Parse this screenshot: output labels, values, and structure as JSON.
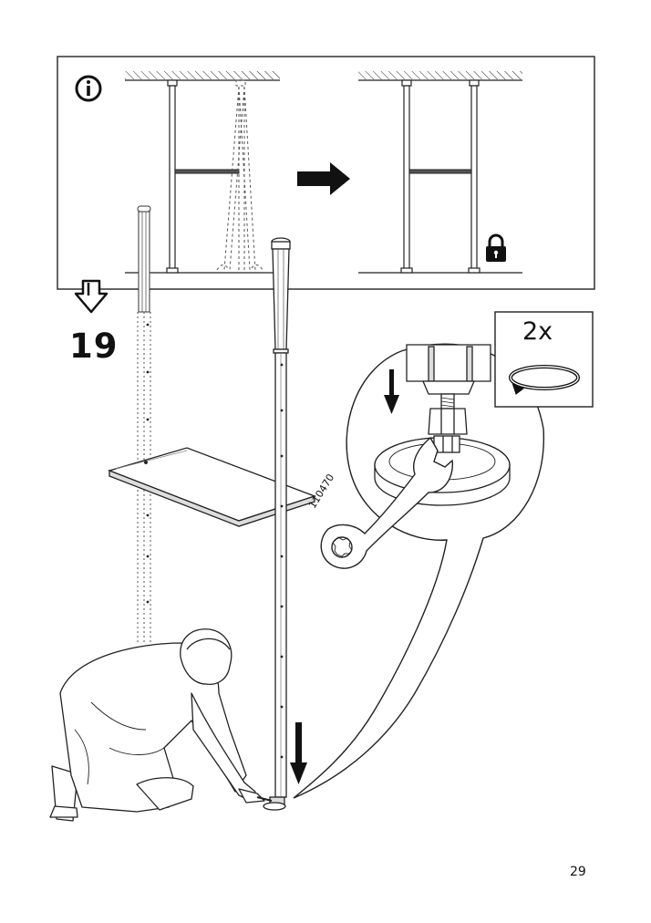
{
  "step": {
    "number": "19"
  },
  "page": {
    "number": "29"
  },
  "info_panel": {
    "icon": "info-icon",
    "lock_icon": "lock-icon"
  },
  "detail": {
    "repeat_count": "2x",
    "rotate_icon": "rotate-clockwise-icon",
    "tool_part_number": "110470"
  },
  "colors": {
    "line": "#1a1a1a",
    "fill": "#ffffff",
    "shade": "#cfcfcf"
  }
}
